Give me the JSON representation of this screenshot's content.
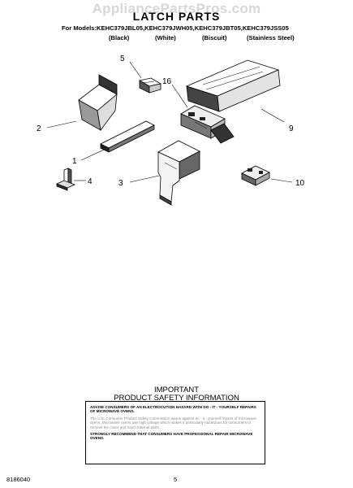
{
  "watermark": "AppliancePartsPros.com",
  "title": "LATCH PARTS",
  "models_line": "For Models:KEHC379JBL05,KEHC379JWH05,KEHC379JBT05,KEHC379JSS05",
  "colors": [
    "(Black)",
    "(White)",
    "(Biscuit)",
    "(Stainless Steel)"
  ],
  "callouts": [
    "5",
    "16",
    "9",
    "2",
    "1",
    "4",
    "3",
    "10"
  ],
  "safety": {
    "heading1": "IMPORTANT",
    "heading2": "PRODUCT   SAFETY   INFORMATION",
    "p1": "ADVISE CONSUMERS OF AN ELECTROCUTION HAZARD WITH DO - IT - YOURSELF REPAIRS OF MICROWAVE OVENS.",
    "p2": "The U.S. Consumer Product Safety Commission warns against do - it - yourself repairs of microwave ovens. Microwave ovens use high voltage which makes it particularly hazardous for consumers to remove the cover and touch internal parts.",
    "p3": "STRONGLY RECOMMEND THAT CONSUMERS HAVE PROFESSIONAL REPAIR MICROWAVE OVENS."
  },
  "footer": {
    "code": "8186040",
    "page": "5"
  }
}
